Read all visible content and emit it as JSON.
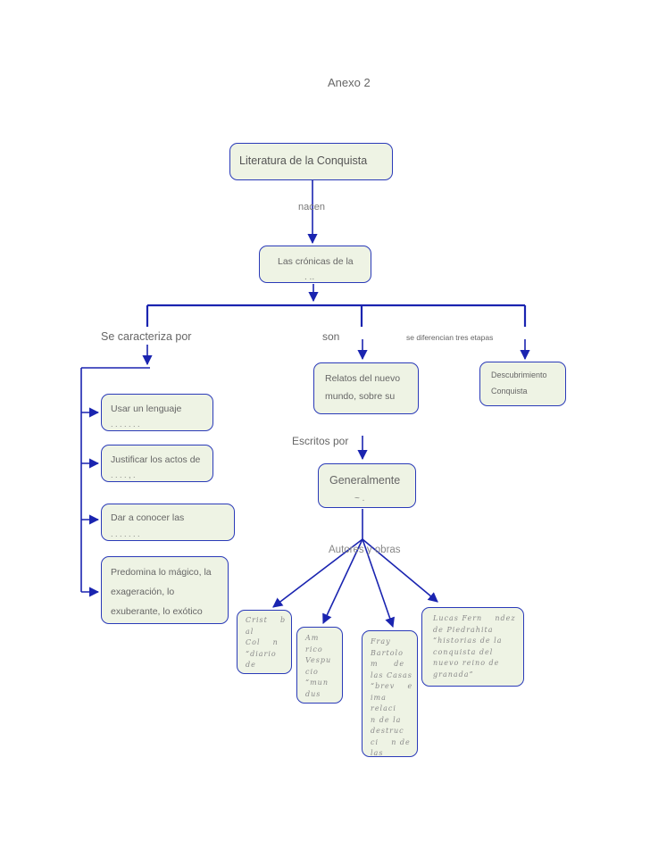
{
  "header": {
    "title": "Anexo 2"
  },
  "root": {
    "label": "Literatura de la Conquista"
  },
  "links": {
    "nacen": "nacen",
    "caracteriza": "Se caracteriza por",
    "son": "son",
    "etapas": "se diferencian tres etapas",
    "escritos": "Escritos por",
    "autores": "Autores y obras"
  },
  "cronicas": {
    "line1": "Las crónicas de la",
    "line2": ". .."
  },
  "relatos": {
    "line1": "Relatos del nuevo",
    "line2": "mundo, sobre su"
  },
  "etapas_box": {
    "line1": "Descubrimiento",
    "line2": "Conquista"
  },
  "generalmente": {
    "line1": "Generalmente",
    "line2": "~ ."
  },
  "features": [
    {
      "line1": "Usar un lenguaje",
      "line2": ". . . . . . ."
    },
    {
      "line1": "Justificar los actos de",
      "line2": ". . . . , ."
    },
    {
      "line1": "Dar a conocer las",
      "line2": ". . . . . . ."
    },
    {
      "line1": "Predomina lo mágico, la",
      "line2": "exageración, lo",
      "line3": "exuberante, lo exótico"
    }
  ],
  "authors": [
    {
      "text": "Crist    b\nal\nCol    n\n“diario\nde"
    },
    {
      "text": "Am\nrico\nVespu\ncio\n“mun\ndus"
    },
    {
      "text": "Fray\nBartolo\nm     de\nlas Casas\n“brev    e\nima\nrelaci\nn de la\ndestruc\nci    n de\nlas"
    },
    {
      "text": "Lucas Fern    ndez\nde Piedrahita\n“historias de la\nconquista del\nnuevo reino de\ngranada”"
    }
  ],
  "colors": {
    "line": "#1a24b0",
    "box_fill": "#eef3e4",
    "box_border": "#2a3ab8",
    "text": "#666666"
  }
}
